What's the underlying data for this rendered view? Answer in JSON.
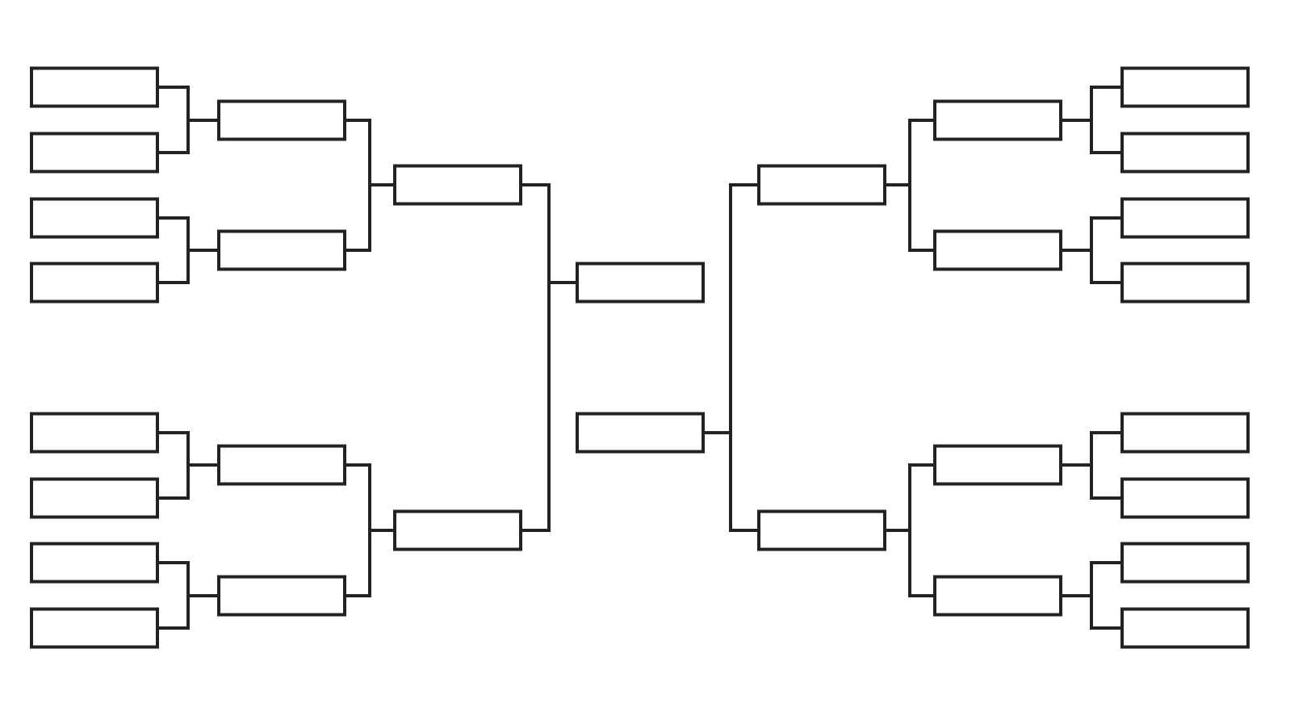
{
  "bracket": {
    "type": "single-elimination",
    "teams": 16,
    "sides": 2,
    "rounds_per_side": [
      "round-1",
      "round-2",
      "round-3",
      "final"
    ],
    "slots_per_round_per_side": [
      8,
      4,
      2,
      1
    ],
    "slot_labels": [],
    "colors": {
      "stroke": "#222222",
      "background": "#ffffff"
    }
  }
}
